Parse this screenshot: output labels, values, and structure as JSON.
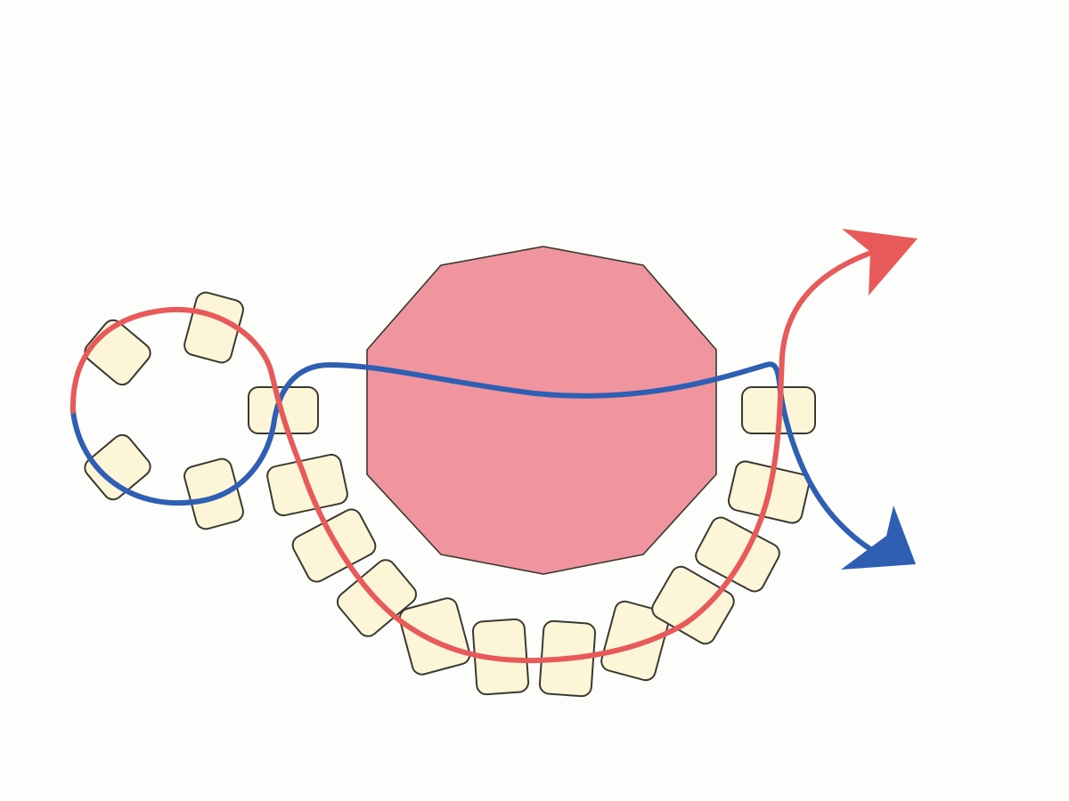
{
  "colors": {
    "background": "#fdfdfb",
    "central_shape_fill": "#f0949e",
    "block_fill": "#fdf5d8",
    "block_stroke": "#3a3a30",
    "red_path": "#e85a5a",
    "blue_path": "#2f5fb3"
  },
  "legend": [],
  "central_shape": {
    "name": "decagon",
    "sides": 10
  },
  "blocks": {
    "count": 20
  },
  "paths": [
    {
      "name": "red-path",
      "color": "#e85a5a",
      "arrow": "up-right"
    },
    {
      "name": "blue-path",
      "color": "#2f5fb3",
      "arrow": "down-right"
    }
  ]
}
